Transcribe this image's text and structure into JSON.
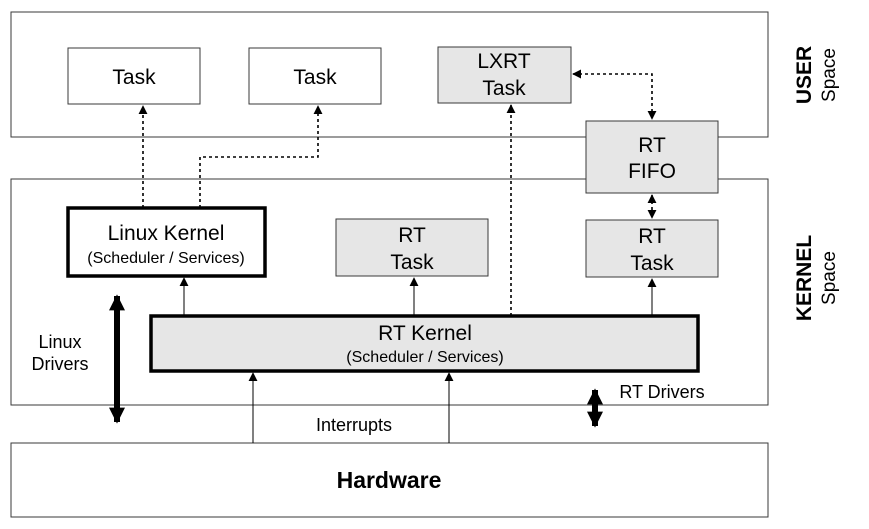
{
  "user_space": {
    "word1": "USER",
    "word2": "Space"
  },
  "kernel_space": {
    "word1": "KERNEL",
    "word2": "Space"
  },
  "tasks": {
    "task_a": "Task",
    "task_b": "Task"
  },
  "lxrt_task": {
    "line1": "LXRT",
    "line2": "Task"
  },
  "rt_fifo": {
    "line1": "RT",
    "line2": "FIFO"
  },
  "linux_kernel": {
    "title": "Linux Kernel",
    "subtitle": "(Scheduler / Services)"
  },
  "rt_task_mid": {
    "line1": "RT",
    "line2": "Task"
  },
  "rt_task_right": {
    "line1": "RT",
    "line2": "Task"
  },
  "rt_kernel": {
    "title": "RT Kernel",
    "subtitle": "(Scheduler / Services)"
  },
  "linux_drivers": {
    "line1": "Linux",
    "line2": "Drivers"
  },
  "rt_drivers": "RT Drivers",
  "interrupts": "Interrupts",
  "hardware": "Hardware"
}
